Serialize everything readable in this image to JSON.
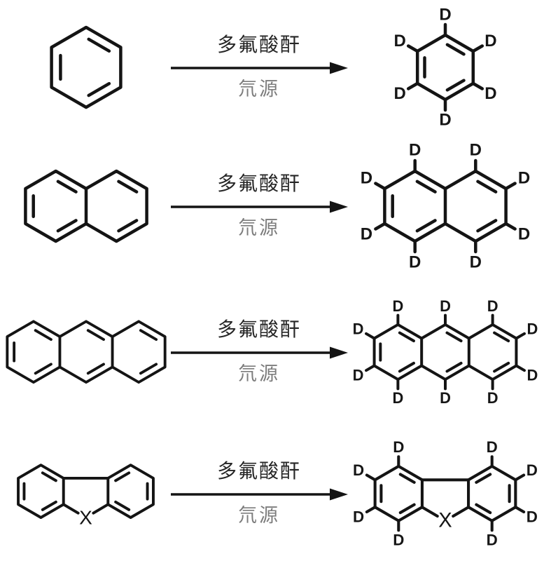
{
  "labels": {
    "d": "D",
    "x": "X"
  },
  "reactions": [
    {
      "reactant": "benzene",
      "reagent_above": "多氟酸酐",
      "reagent_below": "氘源",
      "product": "benzene-d6",
      "product_d_count": 6
    },
    {
      "reactant": "naphthalene",
      "reagent_above": "多氟酸酐",
      "reagent_below": "氘源",
      "product": "naphthalene-d8",
      "product_d_count": 8
    },
    {
      "reactant": "anthracene",
      "reagent_above": "多氟酸酐",
      "reagent_below": "氘源",
      "product": "anthracene-d10",
      "product_d_count": 10
    },
    {
      "reactant": "dibenzo-heterocycle-X",
      "reagent_above": "多氟酸酐",
      "reagent_below": "氘源",
      "product": "dibenzo-heterocycle-X-d8",
      "product_d_count": 8
    }
  ]
}
